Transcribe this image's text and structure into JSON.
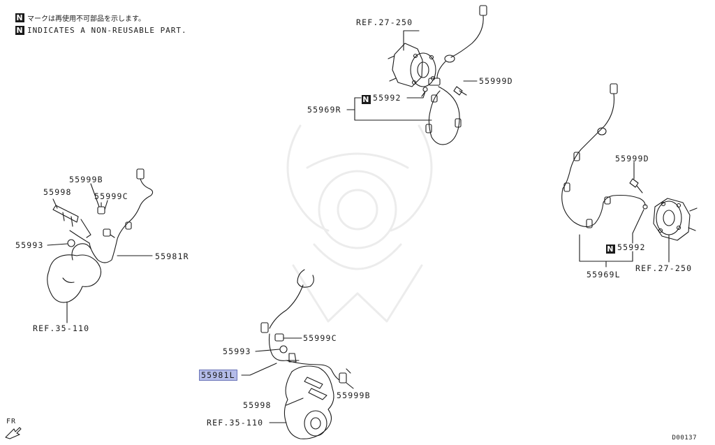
{
  "legend": {
    "symbol": "N",
    "note_jp": "マークは再使用不可部品を示します。",
    "note_en": "INDICATES A NON-REUSABLE PART."
  },
  "labels": {
    "ref_27_250_top": "REF.27-250",
    "p55999D_top": "55999D",
    "p55992_top": "55992",
    "p55969R": "55969R",
    "p55998_left": "55998",
    "p55999B_left": "55999B",
    "p55999C_left": "55999C",
    "p55993_left": "55993",
    "p55981R": "55981R",
    "ref_35_110_left": "REF.35-110",
    "p55999D_right": "55999D",
    "p55992_right": "55992",
    "ref_27_250_right": "REF.27-250",
    "p55969L": "55969L",
    "p55999C_center": "55999C",
    "p55993_center": "55993",
    "p55981L": "55981L",
    "p55998_center": "55998",
    "p55999B_center": "55999B",
    "ref_35_110_center": "REF.35-110"
  },
  "direction": {
    "text": "FR"
  },
  "diagram_code": "D00137",
  "highlight_color": "#b4bce8"
}
